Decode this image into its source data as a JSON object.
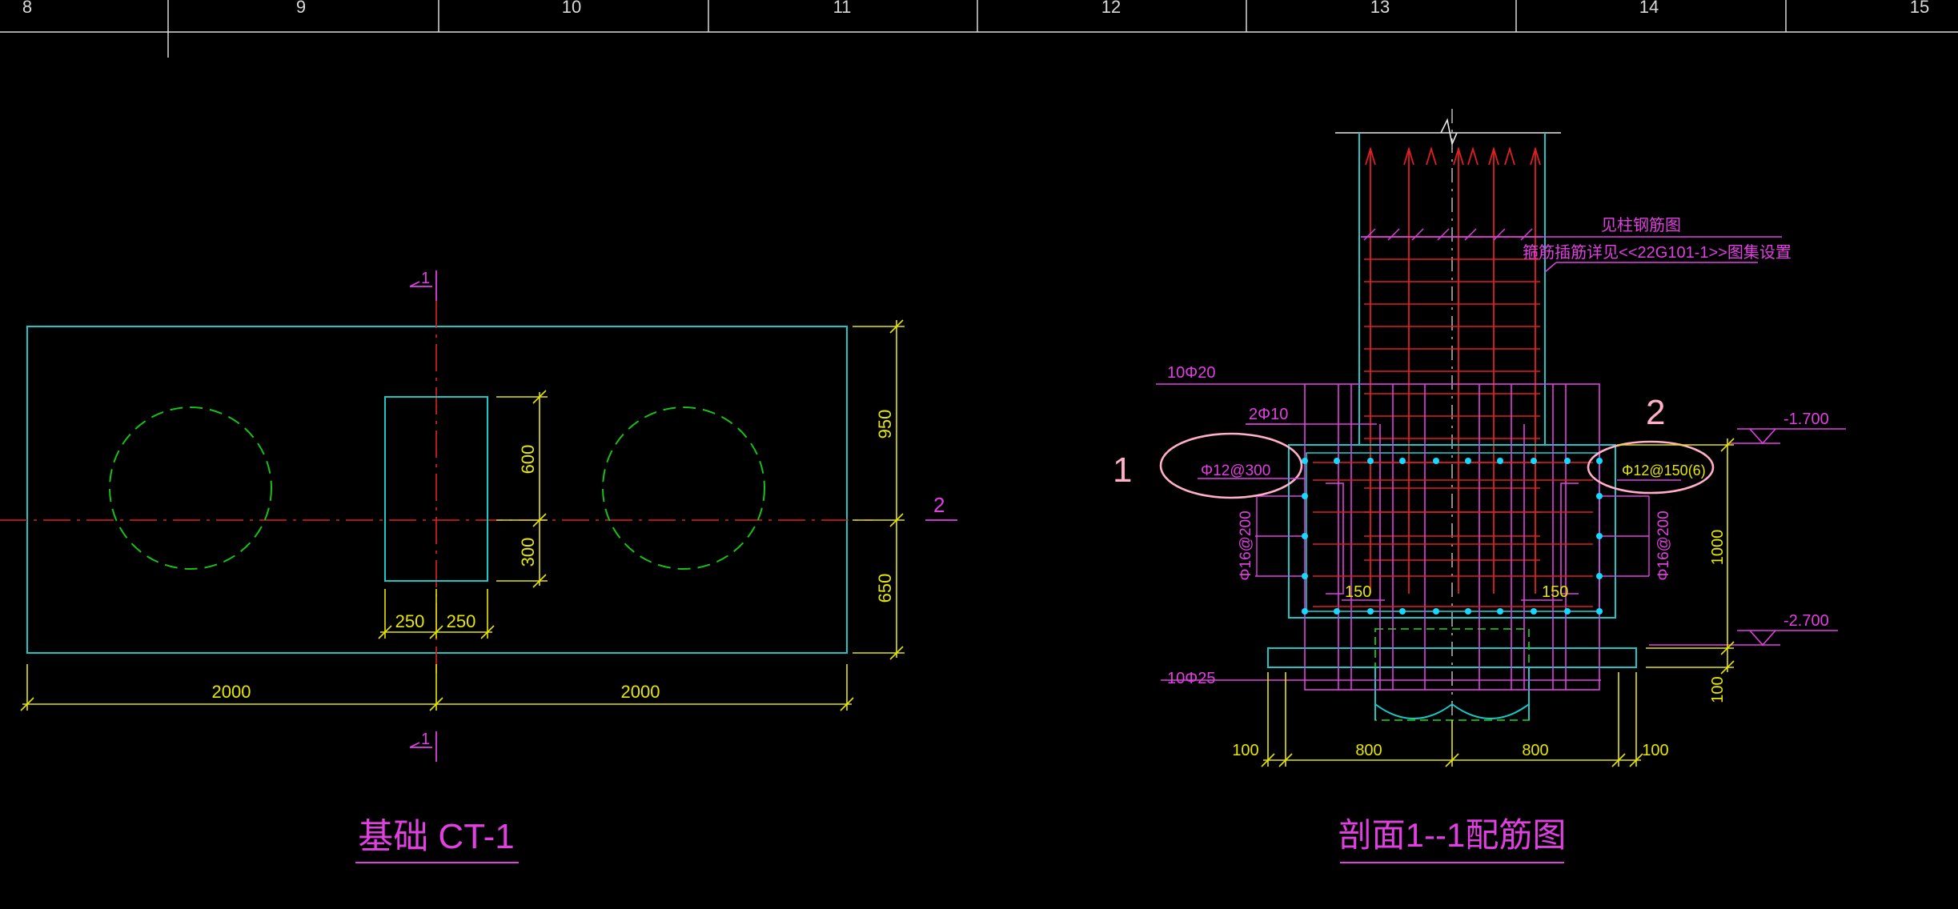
{
  "ruler": {
    "labels": [
      "8",
      "9",
      "10",
      "11",
      "12",
      "13",
      "14",
      "15"
    ]
  },
  "plan": {
    "title": "基础 CT-1",
    "section_mark": "1",
    "axis_mark": "2",
    "dims": {
      "width_left": "2000",
      "width_right": "2000",
      "height_top": "950",
      "height_bottom": "650",
      "col_top": "600",
      "col_bottom": "300",
      "col_left": "250",
      "col_right": "250"
    }
  },
  "section": {
    "title": "剖面1--1配筋图",
    "notes": {
      "see_column": "见柱钢筋图",
      "stirrup_ref": "箍筋插筋详见<<22G101-1>>图集设置"
    },
    "bars": {
      "top_main": "10Φ20",
      "top_secondary": "2Φ10",
      "left_stirrup": "Φ12@300",
      "right_stirrup": "Φ12@150(6)",
      "left_side": "Φ16@200",
      "right_side": "Φ16@200",
      "bottom": "10Φ25"
    },
    "elevations": {
      "top": "-1.700",
      "bottom": "-2.700"
    },
    "dims": {
      "height": "1000",
      "pad": "100",
      "left_edge": "100",
      "left_half": "800",
      "right_half": "800",
      "right_edge": "100",
      "inner_left": "150",
      "inner_right": "150"
    },
    "callouts": {
      "one": "1",
      "two": "2"
    }
  }
}
